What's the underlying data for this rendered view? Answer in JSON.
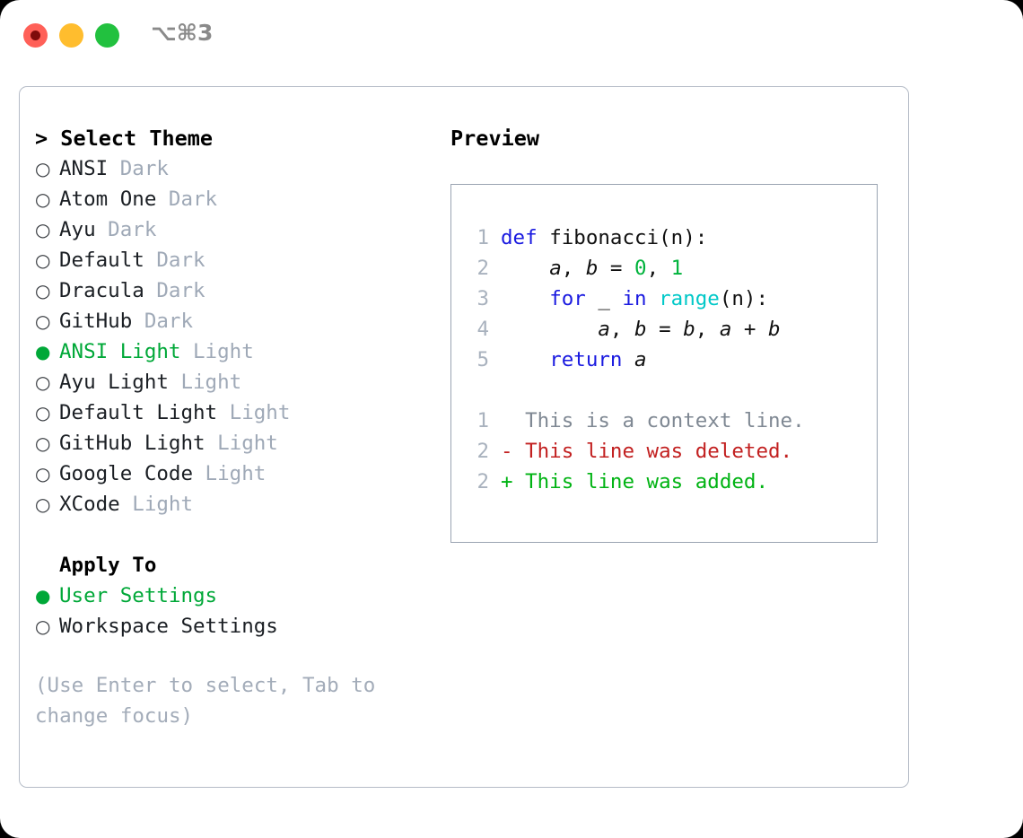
{
  "titlebar": {
    "shortcut": "⌥⌘3",
    "buttons": [
      {
        "name": "close",
        "color": "#ff6058"
      },
      {
        "name": "minimize",
        "color": "#ffbd2e"
      },
      {
        "name": "maximize",
        "color": "#22c13f"
      }
    ]
  },
  "accent": {
    "selected_green": "#00a838",
    "muted": "#9fa9b7",
    "border": "#b5bcc7"
  },
  "theme_list": {
    "heading": "> Select Theme",
    "items": [
      {
        "marker": "○",
        "name": "ANSI",
        "category": "Dark",
        "selected": false
      },
      {
        "marker": "○",
        "name": "Atom One",
        "category": "Dark",
        "selected": false
      },
      {
        "marker": "○",
        "name": "Ayu",
        "category": "Dark",
        "selected": false
      },
      {
        "marker": "○",
        "name": "Default",
        "category": "Dark",
        "selected": false
      },
      {
        "marker": "○",
        "name": "Dracula",
        "category": "Dark",
        "selected": false
      },
      {
        "marker": "○",
        "name": "GitHub",
        "category": "Dark",
        "selected": false
      },
      {
        "marker": "●",
        "name": "ANSI Light",
        "category": "Light",
        "selected": true
      },
      {
        "marker": "○",
        "name": "Ayu Light",
        "category": "Light",
        "selected": false
      },
      {
        "marker": "○",
        "name": "Default Light",
        "category": "Light",
        "selected": false
      },
      {
        "marker": "○",
        "name": "GitHub Light",
        "category": "Light",
        "selected": false
      },
      {
        "marker": "○",
        "name": "Google Code",
        "category": "Light",
        "selected": false
      },
      {
        "marker": "○",
        "name": "XCode",
        "category": "Light",
        "selected": false
      }
    ]
  },
  "apply_to": {
    "heading": "Apply To",
    "items": [
      {
        "marker": "●",
        "name": "User Settings",
        "selected": true
      },
      {
        "marker": "○",
        "name": "Workspace Settings",
        "selected": false
      }
    ]
  },
  "hint": "(Use Enter to select, Tab to change focus)",
  "preview": {
    "title": "Preview",
    "code_lines": [
      {
        "no": "1",
        "tokens": [
          {
            "t": "def ",
            "c": "tok-kw"
          },
          {
            "t": "fibonacci(n):",
            "c": "tok-txt"
          }
        ]
      },
      {
        "no": "2",
        "tokens": [
          {
            "t": "    ",
            "c": "tok-txt"
          },
          {
            "t": "a",
            "c": "tok-var"
          },
          {
            "t": ", ",
            "c": "tok-txt"
          },
          {
            "t": "b",
            "c": "tok-var"
          },
          {
            "t": " = ",
            "c": "tok-txt"
          },
          {
            "t": "0",
            "c": "tok-num"
          },
          {
            "t": ", ",
            "c": "tok-txt"
          },
          {
            "t": "1",
            "c": "tok-num"
          }
        ]
      },
      {
        "no": "3",
        "tokens": [
          {
            "t": "    ",
            "c": "tok-txt"
          },
          {
            "t": "for",
            "c": "tok-kw"
          },
          {
            "t": " _ ",
            "c": "tok-txt"
          },
          {
            "t": "in",
            "c": "tok-kw"
          },
          {
            "t": " ",
            "c": "tok-txt"
          },
          {
            "t": "range",
            "c": "tok-fn"
          },
          {
            "t": "(n):",
            "c": "tok-txt"
          }
        ]
      },
      {
        "no": "4",
        "tokens": [
          {
            "t": "        ",
            "c": "tok-txt"
          },
          {
            "t": "a",
            "c": "tok-var"
          },
          {
            "t": ", ",
            "c": "tok-txt"
          },
          {
            "t": "b",
            "c": "tok-var"
          },
          {
            "t": " = ",
            "c": "tok-txt"
          },
          {
            "t": "b",
            "c": "tok-var"
          },
          {
            "t": ", ",
            "c": "tok-txt"
          },
          {
            "t": "a",
            "c": "tok-var"
          },
          {
            "t": " + ",
            "c": "tok-txt"
          },
          {
            "t": "b",
            "c": "tok-var"
          }
        ]
      },
      {
        "no": "5",
        "tokens": [
          {
            "t": "    ",
            "c": "tok-txt"
          },
          {
            "t": "return",
            "c": "tok-kw"
          },
          {
            "t": " ",
            "c": "tok-txt"
          },
          {
            "t": "a",
            "c": "tok-var"
          }
        ]
      }
    ],
    "diff_lines": [
      {
        "no": "1",
        "text": "  This is a context line.",
        "cls": "diff-ctx"
      },
      {
        "no": "2",
        "text": "- This line was deleted.",
        "cls": "diff-del"
      },
      {
        "no": "2",
        "text": "+ This line was added.",
        "cls": "diff-add"
      }
    ]
  }
}
